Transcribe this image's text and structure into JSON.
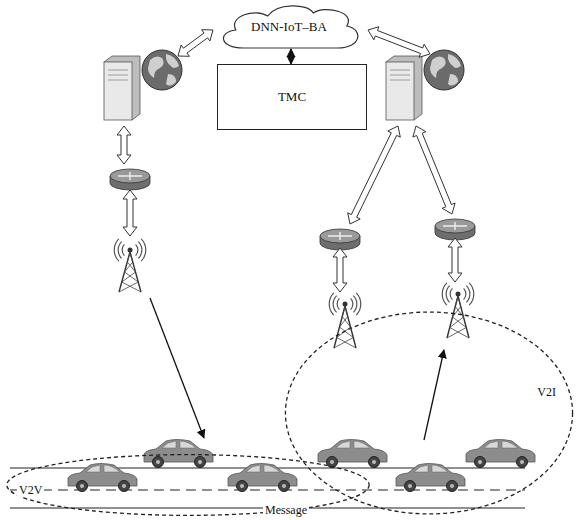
{
  "diagram": {
    "nodes": [
      {
        "text": [
          "DNN-IoT–BA"
        ]
      },
      {
        "text": [
          "TMC"
        ]
      },
      {
        "text": [
          "V2V"
        ]
      },
      {
        "text": [
          "V2I"
        ]
      }
    ],
    "edges": [
      {
        "from": 0,
        "to": 1,
        "arrow": "both"
      }
    ],
    "labels": [
      "Message"
    ]
  }
}
